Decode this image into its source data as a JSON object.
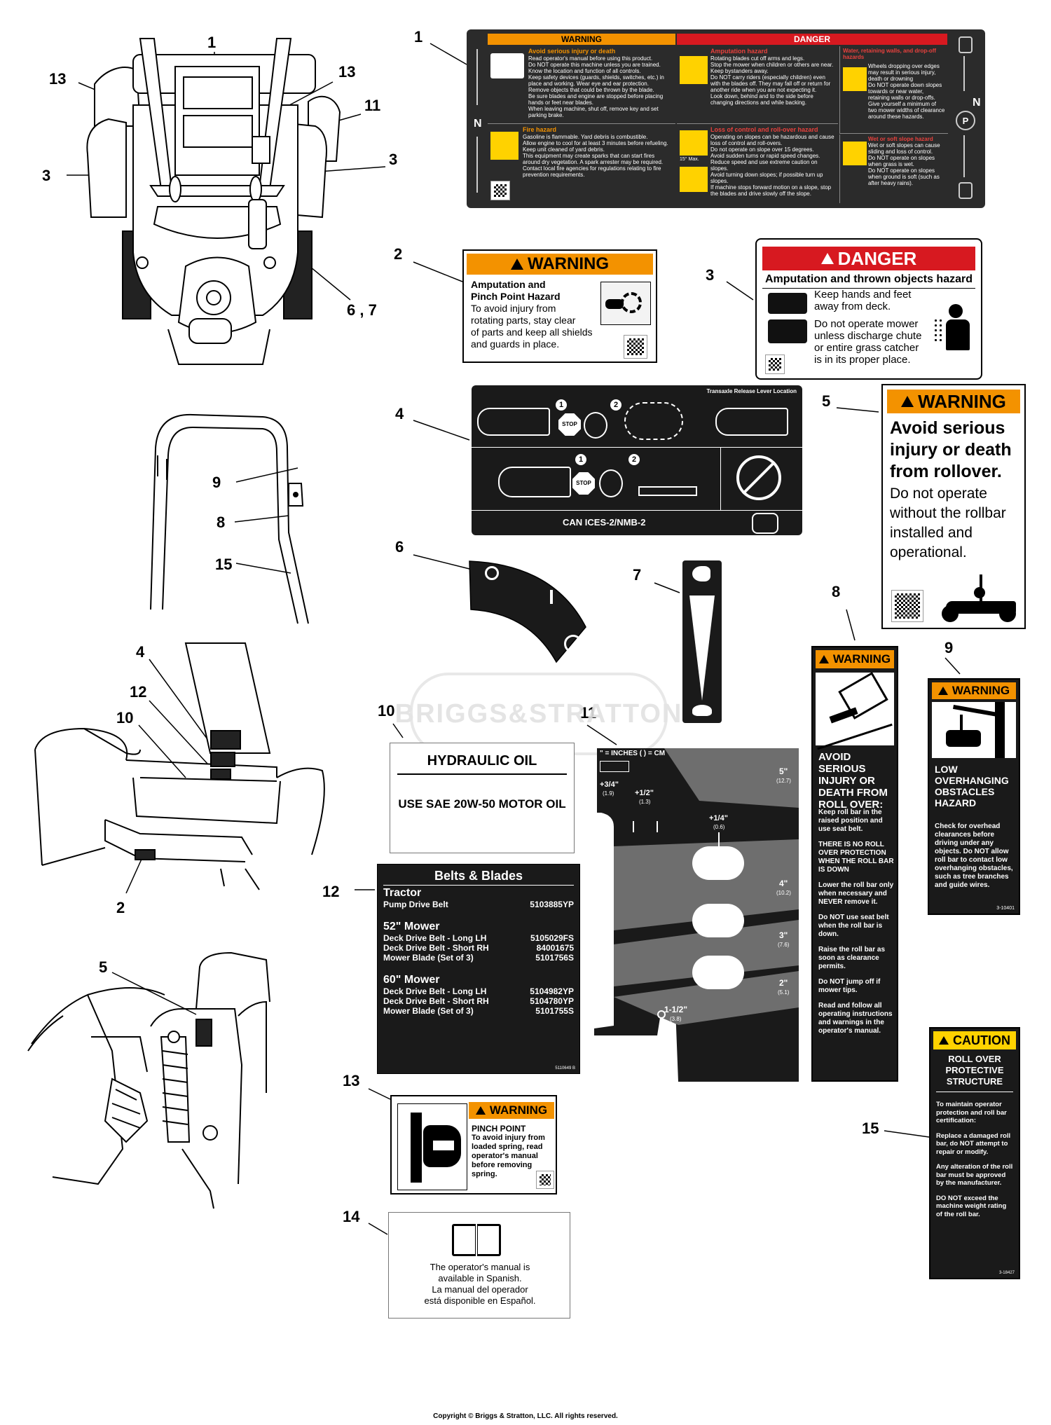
{
  "callouts": {
    "c1a": "1",
    "c13a": "13",
    "c13b": "13",
    "c11a": "11",
    "c3a": "3",
    "c3b": "3",
    "c67": "6 , 7",
    "c9a": "9",
    "c8a": "8",
    "c15a": "15",
    "c4a": "4",
    "c12a": "12",
    "c10a": "10",
    "c2a": "2",
    "c5a": "5",
    "r1": "1",
    "r2": "2",
    "r3": "3",
    "r4": "4",
    "r5": "5",
    "r6": "6",
    "r7": "7",
    "r8": "8",
    "r9": "9",
    "r10": "10",
    "r11": "11",
    "r12": "12",
    "r13": "13",
    "r14": "14",
    "r15": "15"
  },
  "decal1": {
    "warning": "WARNING",
    "danger": "DANGER",
    "w_title": "Avoid serious injury or death",
    "w_items": [
      "Read operator's manual before using this product.",
      "Do NOT operate this machine unless you are trained.",
      "Know the location and function of all controls.",
      "Keep safety devices (guards, shields, switches, etc.) in place and working. Wear eye and ear protection.",
      "Remove objects that could be thrown by the blade.",
      "Be sure blades and engine are stopped before placing hands or feet near blades.",
      "When leaving machine, shut off, remove key and set parking brake."
    ],
    "fire_title": "Fire hazard",
    "fire_lead": "Gasoline is flammable. Yard debris is combustible.",
    "fire_items": [
      "Allow engine to cool for at least 3 minutes before refueling.",
      "Keep unit cleaned of yard debris.",
      "This equipment may create sparks that can start fires around dry vegetation. A spark arrester may be required. Contact local fire agencies for regulations relating to fire prevention requirements."
    ],
    "amp_title": "Amputation hazard",
    "amp_lead": "Rotating blades cut off arms and legs.",
    "amp_items": [
      "Stop the mower when children or others are near. Keep bystanders away.",
      "Do NOT carry riders (especially children) even with the blades off. They may fall off or return for another ride when you are not expecting it.",
      "Look down, behind and to the side before changing directions and while backing."
    ],
    "loss_title": "Loss of control and roll-over hazard",
    "loss_lead": "Operating on slopes can be hazardous and cause loss of control and roll-overs.",
    "loss_items": [
      "Do not operate on slope over 15 degrees.",
      "Avoid sudden turns or rapid speed changes.",
      "Reduce speed and use extreme caution on slopes.",
      "Avoid turning down slopes; if possible turn up slopes.",
      "If machine stops forward motion on a slope, stop the blades and drive slowly off the slope."
    ],
    "slope_label": "15° Max.",
    "water_title": "Water, retaining walls, and drop-off hazards",
    "water_lead": "Wheels dropping over edges may result in serious injury, death or drowning",
    "water_items": [
      "Do NOT operate down slopes towards or near water, retaining walls or drop-offs.",
      "Give yourself a minimum of two mower widths of clearance around these hazards."
    ],
    "wet_title": "Wet or soft slope hazard",
    "wet_lead": "Wet or soft slopes can cause sliding and loss of control.",
    "wet_items": [
      "Do NOT operate on slopes when grass is wet.",
      "Do NOT operate on slopes when ground is soft (such as after heavy rains)."
    ],
    "n_label": "N",
    "p_label": "P"
  },
  "decal2": {
    "warning": "WARNING",
    "title1": "Amputation and",
    "title2": "Pinch Point Hazard",
    "body": [
      "To avoid injury from",
      "rotating parts, stay clear",
      "of parts and keep all shields",
      "and guards in place."
    ]
  },
  "decal3": {
    "danger": "DANGER",
    "subtitle": "Amputation and thrown objects hazard",
    "b1": [
      "Keep hands and feet",
      "away from deck."
    ],
    "b2": [
      "Do not operate mower",
      "unless discharge chute",
      "or entire grass catcher",
      "is in its proper place."
    ]
  },
  "decal4": {
    "header": "Transaxle Release Lever Location",
    "stop": "STOP",
    "n1": "1",
    "n2": "2",
    "footer": "CAN ICES-2/NMB-2"
  },
  "decal5": {
    "warning": "WARNING",
    "lines": [
      "Avoid serious",
      "injury or death",
      "from rollover."
    ],
    "body": [
      "Do not operate",
      "without the rollbar",
      "installed and",
      "operational."
    ]
  },
  "decal8": {
    "warning": "WARNING",
    "title": [
      "AVOID SERIOUS",
      "INJURY OR",
      "DEATH FROM",
      "ROLL OVER:"
    ],
    "p1": "Keep roll bar in the raised position and use seat belt.",
    "p2": "THERE IS NO ROLL OVER PROTECTION WHEN THE ROLL BAR IS DOWN",
    "p3": "Lower the roll bar only when necessary and NEVER remove it.",
    "p4": "Do NOT use seat belt when the roll bar is down.",
    "p5": "Raise the roll bar as soon as clearance permits.",
    "p6": "Do NOT jump off if mower tips.",
    "p7": "Read and follow all operating instructions and warnings in the operator's manual."
  },
  "decal9": {
    "warning": "WARNING",
    "title": [
      "LOW",
      "OVERHANGING",
      "OBSTACLES",
      "HAZARD"
    ],
    "body": "Check for overhead clearances before driving under any objects. Do NOT allow roll bar to contact low overhanging obstacles, such as tree branches and guide wires.",
    "code": "3-10401"
  },
  "decal10": {
    "title": "HYDRAULIC OIL",
    "body": "USE SAE 20W-50 MOTOR OIL"
  },
  "decal11": {
    "units": "\" = INCHES  ( ) = CM",
    "m1": "+3/4\"",
    "m1c": "(1.9)",
    "m2": "+1/2\"",
    "m2c": "(1.3)",
    "m3": "+1/4\"",
    "m3c": "(0.6)",
    "h5": "5\"",
    "h5c": "(12.7)",
    "h4": "4\"",
    "h4c": "(10.2)",
    "h3": "3\"",
    "h3c": "(7.6)",
    "h2": "2\"",
    "h2c": "(5.1)",
    "h15": "1-1/2\"",
    "h15c": "(3.8)"
  },
  "decal12": {
    "title": "Belts & Blades",
    "tractor": "Tractor",
    "rows_t": [
      [
        "Pump Drive Belt",
        "5103885YP"
      ]
    ],
    "m52": "52\" Mower",
    "rows_52": [
      [
        "Deck Drive Belt - Long LH",
        "5105029FS"
      ],
      [
        "Deck Drive Belt - Short RH",
        "84001675"
      ],
      [
        "Mower Blade (Set of 3)",
        "5101756S"
      ]
    ],
    "m60": "60\" Mower",
    "rows_60": [
      [
        "Deck Drive Belt - Long LH",
        "5104982YP"
      ],
      [
        "Deck Drive Belt - Short RH",
        "5104780YP"
      ],
      [
        "Mower Blade (Set of 3)",
        "5101755S"
      ]
    ],
    "code": "5110649 B"
  },
  "decal13": {
    "warning": "WARNING",
    "title": "PINCH POINT",
    "body": [
      "To avoid injury from",
      "loaded spring, read",
      "operator's manual",
      "before removing",
      "spring."
    ]
  },
  "decal14": {
    "lines": [
      "The operator's manual is",
      "available in Spanish.",
      "La manual del operador",
      "está disponible en Español."
    ]
  },
  "decal15": {
    "caution": "CAUTION",
    "title": [
      "ROLL OVER",
      "PROTECTIVE",
      "STRUCTURE"
    ],
    "p1": "To maintain operator protection and roll bar certification:",
    "p2": "Replace a damaged roll bar, do NOT attempt to repair or modify.",
    "p3": "Any alteration of the roll bar must be approved by the manufacturer.",
    "p4": "DO NOT exceed the machine weight rating of the roll bar.",
    "code": "3-18427"
  },
  "watermark": "BRIGGS&STRATTON",
  "copyright": "Copyright © Briggs & Stratton, LLC. All rights reserved.",
  "colors": {
    "warning": "#f39200",
    "danger": "#d71920",
    "caution": "#ffd200",
    "dark": "#1a1a1a"
  }
}
